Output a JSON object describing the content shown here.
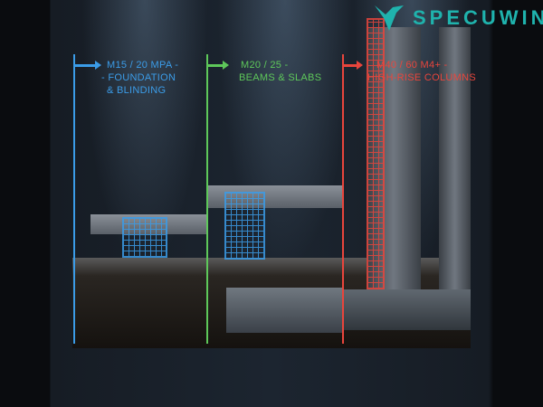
{
  "brand": {
    "name": "SPECUWIN",
    "color": "#1fb3ad"
  },
  "grades": [
    {
      "line1": "M15 / 20 MPA -",
      "line2": "- FOUNDATION",
      "line3": "& BLINDING",
      "color": "#3b9ce8"
    },
    {
      "line1": "M20 / 25 -",
      "line2": "BEAMS & SLABS",
      "line3": "",
      "color": "#5ec85a"
    },
    {
      "line1": "M40 / 60 M4+ -",
      "line2": "HIGH-RISE COLUMNS",
      "line3": "",
      "color": "#e8453c"
    }
  ]
}
